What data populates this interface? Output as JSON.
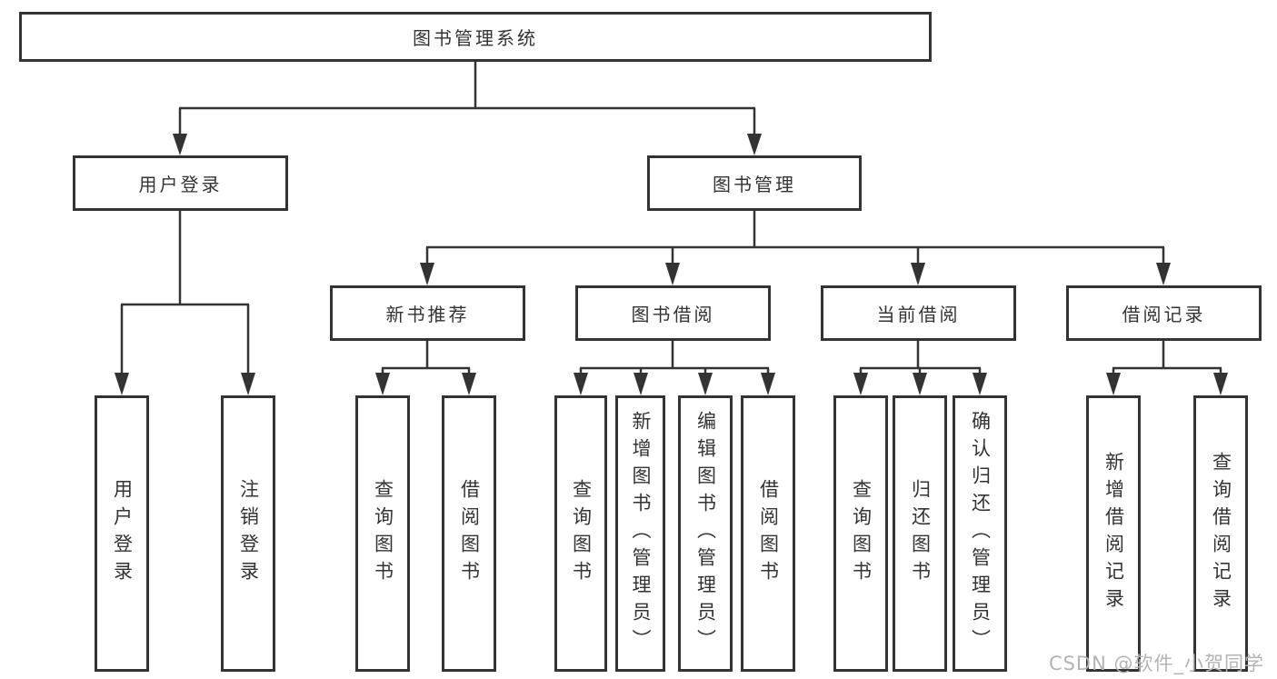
{
  "title": "图书管理系统",
  "watermark": "CSDN @软件_小贺同学",
  "colors": {
    "border": "#333333",
    "text": "#333333",
    "line": "#333333",
    "watermark": "#b3b3b3",
    "background": "#ffffff"
  },
  "nodes": {
    "root": {
      "label": "图书管理系统"
    },
    "login": {
      "label": "用户登录"
    },
    "mgmt": {
      "label": "图书管理"
    },
    "user_login": {
      "label": "用户登录"
    },
    "logout": {
      "label": "注销登录"
    },
    "new_books": {
      "label": "新书推荐"
    },
    "book_borrow": {
      "label": "图书借阅"
    },
    "current": {
      "label": "当前借阅"
    },
    "records": {
      "label": "借阅记录"
    },
    "nb_query": {
      "label": "查询图书"
    },
    "nb_borrow": {
      "label": "借阅图书"
    },
    "bb_query": {
      "label": "查询图书"
    },
    "bb_add": {
      "label": "新增图书（管理员）"
    },
    "bb_edit": {
      "label": "编辑图书（管理员）"
    },
    "bb_borrow": {
      "label": "借阅图书"
    },
    "cb_query": {
      "label": "查询图书"
    },
    "cb_return": {
      "label": "归还图书"
    },
    "cb_confirm": {
      "label": "确认归还（管理员）"
    },
    "br_add": {
      "label": "新增借阅记录"
    },
    "br_query": {
      "label": "查询借阅记录"
    }
  },
  "edges": [
    [
      "root",
      "login"
    ],
    [
      "root",
      "mgmt"
    ],
    [
      "login",
      "user_login"
    ],
    [
      "login",
      "logout"
    ],
    [
      "mgmt",
      "new_books"
    ],
    [
      "mgmt",
      "book_borrow"
    ],
    [
      "mgmt",
      "current"
    ],
    [
      "mgmt",
      "records"
    ],
    [
      "new_books",
      "nb_query"
    ],
    [
      "new_books",
      "nb_borrow"
    ],
    [
      "book_borrow",
      "bb_query"
    ],
    [
      "book_borrow",
      "bb_add"
    ],
    [
      "book_borrow",
      "bb_edit"
    ],
    [
      "book_borrow",
      "bb_borrow"
    ],
    [
      "current",
      "cb_query"
    ],
    [
      "current",
      "cb_return"
    ],
    [
      "current",
      "cb_confirm"
    ],
    [
      "records",
      "br_add"
    ],
    [
      "records",
      "br_query"
    ]
  ]
}
